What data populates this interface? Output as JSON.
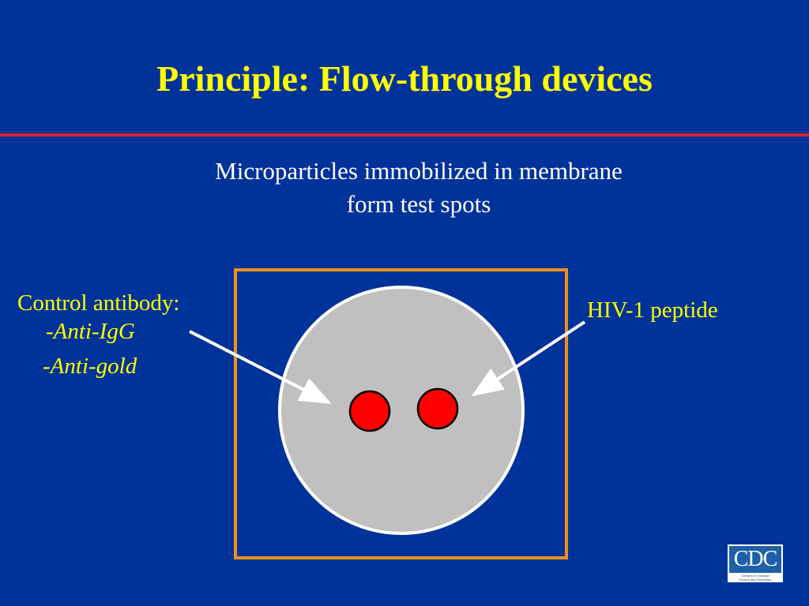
{
  "slide": {
    "title": "Principle: Flow-through devices",
    "subtitle_lines": [
      "Microparticles immobilized in membrane",
      "form test spots"
    ]
  },
  "labels": {
    "control_antibody": "Control antibody:",
    "anti_igg_dash": "-",
    "anti_igg": "Anti-IgG",
    "anti_gold_dash": "-",
    "anti_gold": "Anti-gold",
    "hiv_peptide": "HIV-1 peptide"
  },
  "logo": {
    "text": "CDC",
    "sub_lines": [
      "Centers for Disease",
      "Control and Prevention"
    ]
  },
  "colors": {
    "background": "#003399",
    "title": "#ffff00",
    "rule": "#d6243a",
    "frame": "#f0901e",
    "membrane": "#c0c0c0",
    "spots": "#ff0000"
  }
}
